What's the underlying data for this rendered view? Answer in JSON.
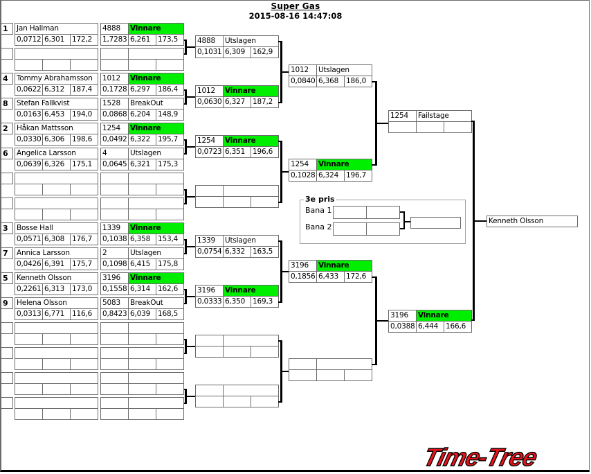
{
  "header": {
    "title": "Super Gas",
    "datetime": "2015-08-16 14:47:08"
  },
  "round1": [
    {
      "seed": "1",
      "name": "Jan Hallman",
      "rt": "0,0712",
      "et": "6,301",
      "speed": "172,2",
      "res_id": "4888",
      "res_status": "Vinnare",
      "res_win": true,
      "res_rt": "1,7283",
      "res_et": "6,261",
      "res_speed": "173,5"
    },
    {
      "seed": "",
      "name": "",
      "rt": "",
      "et": "",
      "speed": "",
      "res_id": "",
      "res_status": "",
      "res_win": false,
      "res_rt": "",
      "res_et": "",
      "res_speed": ""
    },
    {
      "seed": "4",
      "name": "Tommy Abrahamsson",
      "rt": "0,0622",
      "et": "6,312",
      "speed": "187,4",
      "res_id": "1012",
      "res_status": "Vinnare",
      "res_win": true,
      "res_rt": "0,1728",
      "res_et": "6,297",
      "res_speed": "186,4"
    },
    {
      "seed": "8",
      "name": "Stefan Fallkvist",
      "rt": "0,0163",
      "et": "6,453",
      "speed": "194,0",
      "res_id": "1528",
      "res_status": "BreakOut",
      "res_win": false,
      "res_rt": "0,0868",
      "res_et": "6,204",
      "res_speed": "148,9"
    },
    {
      "seed": "2",
      "name": "Håkan Mattsson",
      "rt": "0,0330",
      "et": "6,306",
      "speed": "198,6",
      "res_id": "1254",
      "res_status": "Vinnare",
      "res_win": true,
      "res_rt": "0,0492",
      "res_et": "6,322",
      "res_speed": "195,7"
    },
    {
      "seed": "6",
      "name": "Angelica Larsson",
      "rt": "0,0639",
      "et": "6,326",
      "speed": "175,1",
      "res_id": "4",
      "res_status": "Utslagen",
      "res_win": false,
      "res_rt": "0,0645",
      "res_et": "6,321",
      "res_speed": "175,3"
    },
    {
      "seed": "",
      "name": "",
      "rt": "",
      "et": "",
      "speed": "",
      "res_id": "",
      "res_status": "",
      "res_win": false,
      "res_rt": "",
      "res_et": "",
      "res_speed": ""
    },
    {
      "seed": "",
      "name": "",
      "rt": "",
      "et": "",
      "speed": "",
      "res_id": "",
      "res_status": "",
      "res_win": false,
      "res_rt": "",
      "res_et": "",
      "res_speed": ""
    },
    {
      "seed": "3",
      "name": "Bosse Hall",
      "rt": "0,0571",
      "et": "6,308",
      "speed": "176,7",
      "res_id": "1339",
      "res_status": "Vinnare",
      "res_win": true,
      "res_rt": "0,1038",
      "res_et": "6,358",
      "res_speed": "153,4"
    },
    {
      "seed": "7",
      "name": "Annica Larsson",
      "rt": "0,0426",
      "et": "6,391",
      "speed": "175,7",
      "res_id": "2",
      "res_status": "Utslagen",
      "res_win": false,
      "res_rt": "0,1098",
      "res_et": "6,415",
      "res_speed": "175,8"
    },
    {
      "seed": "5",
      "name": "Kenneth Olsson",
      "rt": "0,2261",
      "et": "6,313",
      "speed": "173,0",
      "res_id": "3196",
      "res_status": "Vinnare",
      "res_win": true,
      "res_rt": "0,1558",
      "res_et": "6,314",
      "res_speed": "162,6"
    },
    {
      "seed": "9",
      "name": "Helena Olsson",
      "rt": "0,0313",
      "et": "6,771",
      "speed": "116,6",
      "res_id": "5083",
      "res_status": "BreakOut",
      "res_win": false,
      "res_rt": "0,8423",
      "res_et": "6,039",
      "res_speed": "168,5"
    },
    {
      "seed": "",
      "name": "",
      "rt": "",
      "et": "",
      "speed": "",
      "res_id": "",
      "res_status": "",
      "res_win": false,
      "res_rt": "",
      "res_et": "",
      "res_speed": ""
    },
    {
      "seed": "",
      "name": "",
      "rt": "",
      "et": "",
      "speed": "",
      "res_id": "",
      "res_status": "",
      "res_win": false,
      "res_rt": "",
      "res_et": "",
      "res_speed": ""
    },
    {
      "seed": "",
      "name": "",
      "rt": "",
      "et": "",
      "speed": "",
      "res_id": "",
      "res_status": "",
      "res_win": false,
      "res_rt": "",
      "res_et": "",
      "res_speed": ""
    },
    {
      "seed": "",
      "name": "",
      "rt": "",
      "et": "",
      "speed": "",
      "res_id": "",
      "res_status": "",
      "res_win": false,
      "res_rt": "",
      "res_et": "",
      "res_speed": ""
    }
  ],
  "round2": [
    {
      "id": "4888",
      "status": "Utslagen",
      "win": false,
      "rt": "0,1031",
      "et": "6,309",
      "speed": "162,9"
    },
    {
      "id": "1012",
      "status": "Vinnare",
      "win": true,
      "rt": "0,0630",
      "et": "6,327",
      "speed": "187,2"
    },
    {
      "id": "1254",
      "status": "Vinnare",
      "win": true,
      "rt": "0,0723",
      "et": "6,351",
      "speed": "196,6"
    },
    {
      "id": "",
      "status": "",
      "win": false,
      "rt": "",
      "et": "",
      "speed": ""
    },
    {
      "id": "1339",
      "status": "Utslagen",
      "win": false,
      "rt": "0,0754",
      "et": "6,332",
      "speed": "163,5"
    },
    {
      "id": "3196",
      "status": "Vinnare",
      "win": true,
      "rt": "0,0333",
      "et": "6,350",
      "speed": "169,3"
    },
    {
      "id": "",
      "status": "",
      "win": false,
      "rt": "",
      "et": "",
      "speed": ""
    },
    {
      "id": "",
      "status": "",
      "win": false,
      "rt": "",
      "et": "",
      "speed": ""
    }
  ],
  "round3": [
    {
      "id": "1012",
      "status": "Utslagen",
      "win": false,
      "rt": "0,0840",
      "et": "6,368",
      "speed": "186,0"
    },
    {
      "id": "1254",
      "status": "Vinnare",
      "win": true,
      "rt": "0,1028",
      "et": "6,324",
      "speed": "196,7"
    },
    {
      "id": "3196",
      "status": "Vinnare",
      "win": true,
      "rt": "0,1856",
      "et": "6,433",
      "speed": "172,6"
    },
    {
      "id": "",
      "status": "",
      "win": false,
      "rt": "",
      "et": "",
      "speed": ""
    }
  ],
  "round4": [
    {
      "id": "1254",
      "status": "Failstage",
      "win": false,
      "rt": "",
      "et": "",
      "speed": ""
    },
    {
      "id": "3196",
      "status": "Vinnare",
      "win": true,
      "rt": "0,0388",
      "et": "6,444",
      "speed": "166,6"
    }
  ],
  "champion": {
    "name": "Kenneth Olsson"
  },
  "third_place": {
    "title": "3e pris",
    "lanes": [
      {
        "label": "Bana 1",
        "a": "",
        "b": ""
      },
      {
        "label": "Bana 2",
        "a": "",
        "b": ""
      }
    ],
    "winner": ""
  },
  "logo": {
    "text": "Time-Tree",
    "color": "#e8141c"
  },
  "colors": {
    "winner": "#00ee00",
    "border": "#6b6b6b",
    "line": "#000000"
  }
}
